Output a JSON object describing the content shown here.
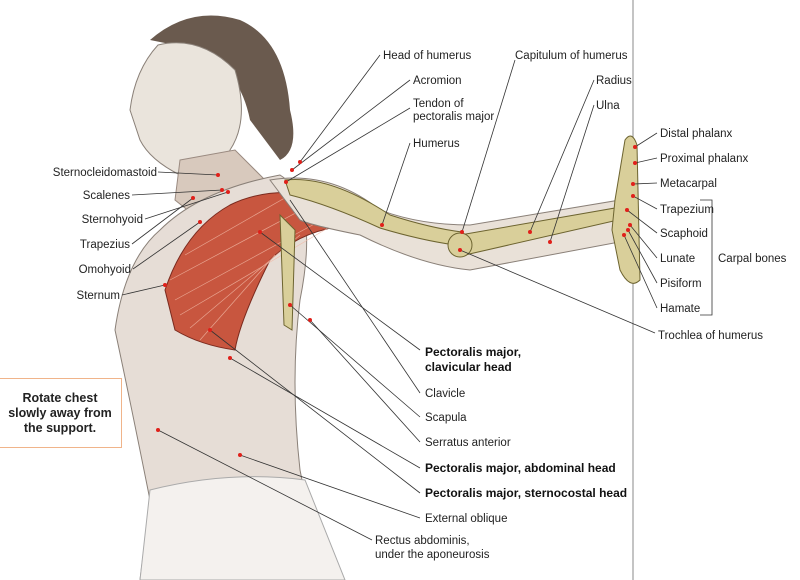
{
  "callout": {
    "line1": "Rotate chest",
    "line2": "slowly away from",
    "line3": "the support."
  },
  "labels": {
    "sternocleidomastoid": "Sternocleidomastoid",
    "scalenes": "Scalenes",
    "sternohyoid": "Sternohyoid",
    "trapezius": "Trapezius",
    "omohyoid": "Omohyoid",
    "sternum": "Sternum",
    "head_of_humerus": "Head of humerus",
    "acromion": "Acromion",
    "tendon_1": "Tendon of",
    "tendon_2": "pectoralis major",
    "humerus": "Humerus",
    "capitulum": "Capitulum of humerus",
    "radius": "Radius",
    "ulna": "Ulna",
    "distal_phalanx": "Distal phalanx",
    "proximal_phalanx": "Proximal phalanx",
    "metacarpal": "Metacarpal",
    "trapezium": "Trapezium",
    "scaphoid": "Scaphoid",
    "lunate": "Lunate",
    "pisiform": "Pisiform",
    "hamate": "Hamate",
    "carpal_bones": "Carpal bones",
    "trochlea": "Trochlea of humerus",
    "pec_clav_1": "Pectoralis major,",
    "pec_clav_2": "clavicular head",
    "clavicle": "Clavicle",
    "scapula": "Scapula",
    "serratus": "Serratus anterior",
    "pec_abd": "Pectoralis major, abdominal head",
    "pec_stern": "Pectoralis major, sternocostal head",
    "ext_oblique": "External oblique",
    "rectus_1": "Rectus abdominis,",
    "rectus_2": "under the aponeurosis"
  },
  "colors": {
    "muscle": "#c8563f",
    "bone": "#d9cf9a",
    "marker": "#e0201a",
    "callout_border": "#f0b48a"
  }
}
